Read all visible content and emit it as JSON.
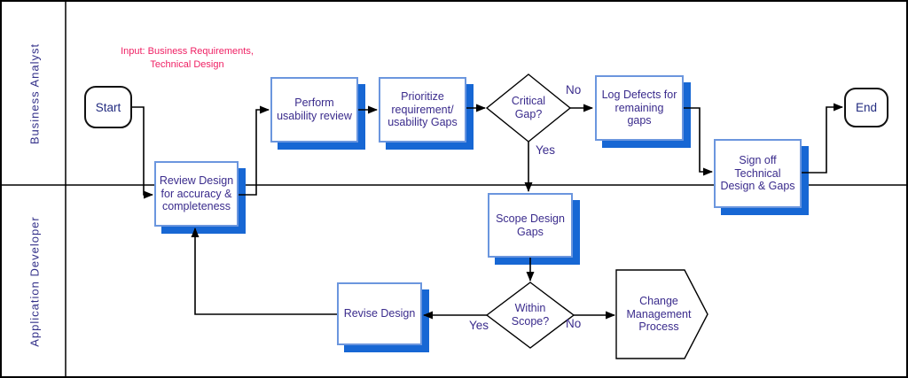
{
  "lanes": [
    {
      "label": "Business Analyst"
    },
    {
      "label": "Application Developer"
    }
  ],
  "note": {
    "label": "Input: Business Requirements,\nTechnical Design"
  },
  "nodes": {
    "start": {
      "type": "terminator",
      "label": "Start"
    },
    "review_design": {
      "type": "process",
      "label": "Review Design\nfor accuracy &\ncompleteness"
    },
    "perform_usability": {
      "type": "process",
      "label": "Perform\nusability review"
    },
    "prioritize_gaps": {
      "type": "process",
      "label": "Prioritize\nrequirement/\nusability Gaps"
    },
    "critical_gap": {
      "type": "decision",
      "label": "Critical\nGap?"
    },
    "log_defects": {
      "type": "process",
      "label": "Log Defects for\nremaining\ngaps"
    },
    "sign_off": {
      "type": "process",
      "label": "Sign off\nTechnical\nDesign & Gaps"
    },
    "end": {
      "type": "terminator",
      "label": "End"
    },
    "scope_design_gaps": {
      "type": "process",
      "label": "Scope Design\nGaps"
    },
    "within_scope": {
      "type": "decision",
      "label": "Within\nScope?"
    },
    "revise_design": {
      "type": "process",
      "label": "Revise Design"
    },
    "change_management": {
      "type": "offpage",
      "label": "Change\nManagement\nProcess"
    }
  },
  "edges": {
    "critical_gap_no": {
      "label": "No"
    },
    "critical_gap_yes": {
      "label": "Yes"
    },
    "within_scope_yes": {
      "label": "Yes"
    },
    "within_scope_no": {
      "label": "No"
    }
  },
  "colors": {
    "box_border": "#6b96de",
    "box_shadow": "#1767d4",
    "node_text": "#3a2b8c",
    "terminator_text": "#232c80",
    "lane_text": "#333089",
    "note_text": "#ef1f63",
    "line": "#000000"
  }
}
